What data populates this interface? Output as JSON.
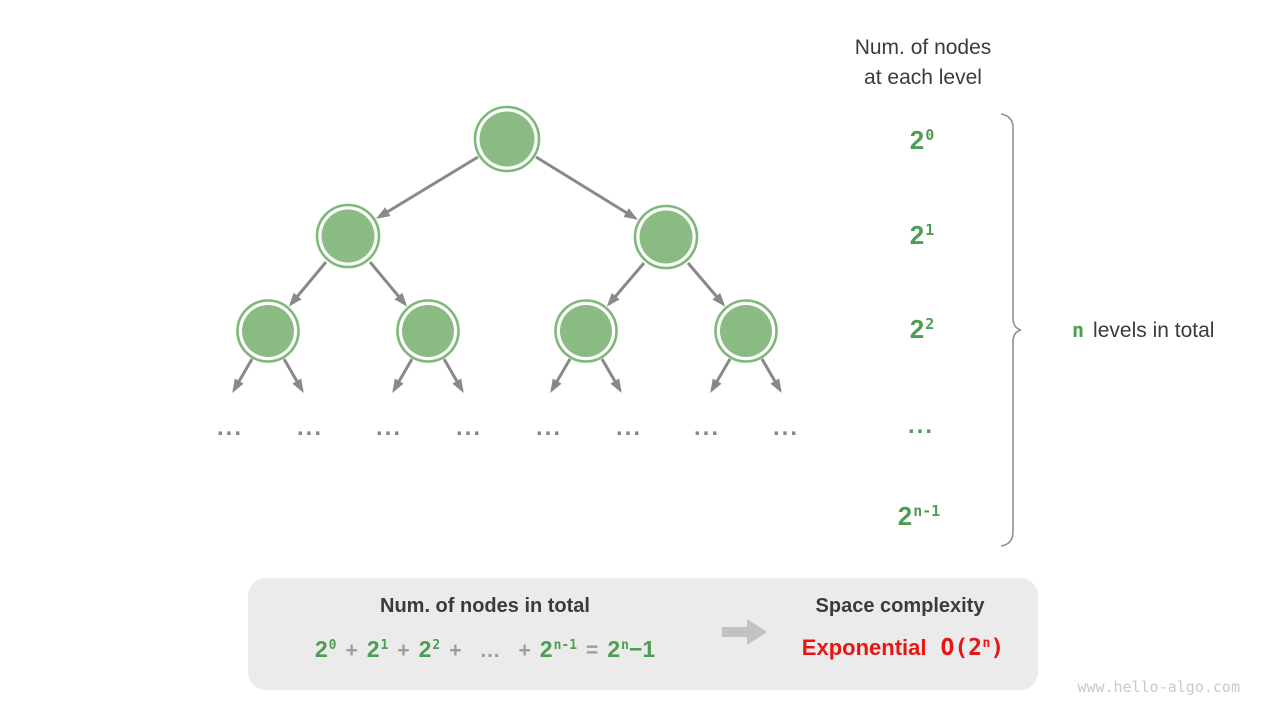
{
  "figure": {
    "title_line1": "Num. of nodes",
    "title_line2": "at each level"
  },
  "levels": {
    "l0": {
      "base": "2",
      "exp": "0"
    },
    "l1": {
      "base": "2",
      "exp": "1"
    },
    "l2": {
      "base": "2",
      "exp": "2"
    },
    "dots": "...",
    "ln": {
      "base": "2",
      "exp": "n-1"
    }
  },
  "brace": {
    "n": "n",
    "label": "levels in total"
  },
  "tree": {
    "ellipsis": "..."
  },
  "summary": {
    "left_title": "Num. of nodes in total",
    "formula": {
      "t0_base": "2",
      "t0_exp": "0",
      "plus": "+",
      "t1_base": "2",
      "t1_exp": "1",
      "t2_base": "2",
      "t2_exp": "2",
      "dots": "…",
      "tn_base": "2",
      "tn_exp": "n-1",
      "equals": "=",
      "result_base": "2",
      "result_exp": "n",
      "result_tail": "−1"
    },
    "right_title": "Space complexity",
    "complexity_name": "Exponential",
    "complexity_o_prefix": "O(2",
    "complexity_o_exp": "n",
    "complexity_o_suffix": ")"
  },
  "watermark": "www.hello-algo.com",
  "colors": {
    "green-text": "#4d9d52",
    "node-fill": "#8abb82",
    "node-stroke": "#7db878",
    "arrow-gray": "#898989",
    "dark-text": "#3b3b3b",
    "op-gray": "#9c9c9c",
    "box-bg": "#ebebeb",
    "block-arrow": "#c2c2c2",
    "red": "#e91414",
    "watermark-gray": "#c9c9c9",
    "brace-gray": "#909090"
  }
}
